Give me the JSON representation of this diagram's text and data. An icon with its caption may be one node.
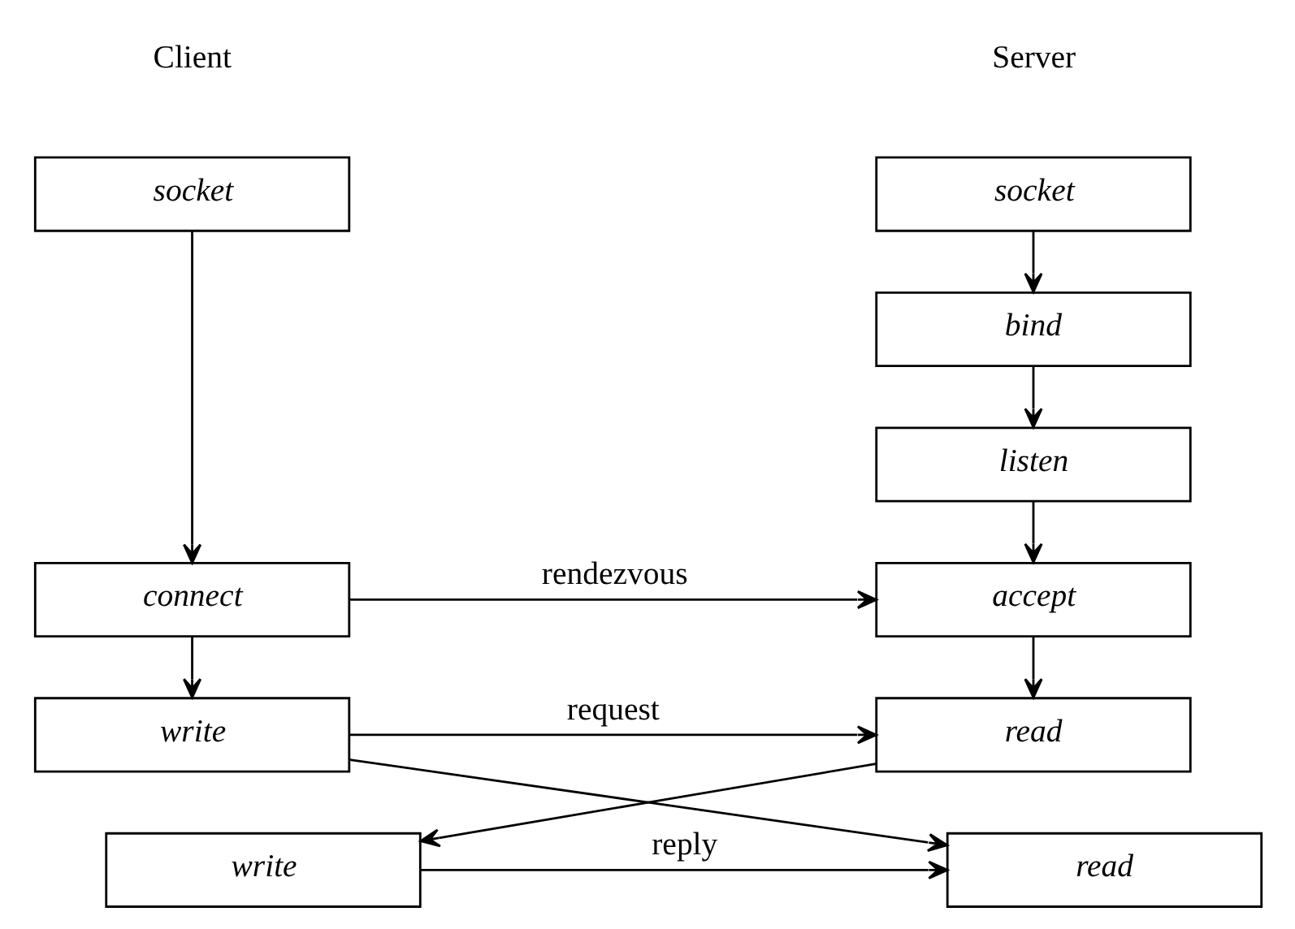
{
  "diagram": {
    "nodes": [
      {
        "text": [
          "socket"
        ]
      },
      {
        "text": [
          "bind"
        ]
      },
      {
        "text": [
          "listen"
        ]
      },
      {
        "text": [
          "accept"
        ]
      },
      {
        "text": [
          "read"
        ]
      },
      {
        "text": [
          "write"
        ]
      },
      {
        "text": [
          "socket"
        ]
      },
      {
        "text": [
          "connect"
        ]
      },
      {
        "text": [
          "write"
        ]
      },
      {
        "text": [
          "read"
        ]
      }
    ],
    "edges": [
      {
        "from": 0,
        "to": 1,
        "arrow": "to"
      },
      {
        "from": 1,
        "to": 2,
        "arrow": "to"
      },
      {
        "from": 2,
        "to": 3,
        "arrow": "to"
      },
      {
        "from": 6,
        "to": 7,
        "arrow": "to"
      },
      {
        "from": 7,
        "to": 3,
        "arrow": "to",
        "label": "rendezvous"
      },
      {
        "from": 3,
        "to": 4,
        "arrow": "to"
      },
      {
        "from": 4,
        "to": 5,
        "arrow": "to"
      },
      {
        "from": 7,
        "to": 8,
        "arrow": "to"
      },
      {
        "from": 8,
        "to": 4,
        "arrow": "to",
        "label": "request"
      },
      {
        "from": 8,
        "to": 9,
        "arrow": "to"
      },
      {
        "from": 5,
        "to": 9,
        "arrow": "to",
        "label": "reply"
      }
    ],
    "labels": [
      "Server",
      "Client"
    ]
  }
}
